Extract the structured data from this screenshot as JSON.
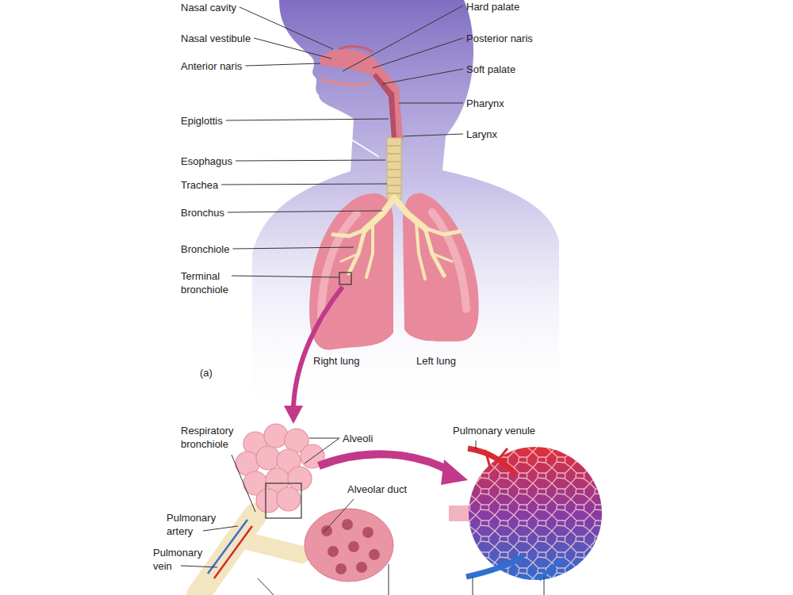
{
  "diagram": {
    "labels": [
      "Nasal cavity",
      "Hard palate",
      "Nasal vestibule",
      "Posterior naris",
      "Anterior naris",
      "Soft palate",
      "Pharynx",
      "Epiglottis",
      "Larynx",
      "Esophagus",
      "Trachea",
      "Bronchus",
      "Bronchiole",
      "Terminal bronchiole",
      "(a)",
      "Right lung",
      "Left lung",
      "Respiratory bronchiole",
      "Alveoli",
      "Pulmonary venule",
      "Alveolar duct",
      "Pulmonary artery",
      "Pulmonary vein"
    ]
  }
}
